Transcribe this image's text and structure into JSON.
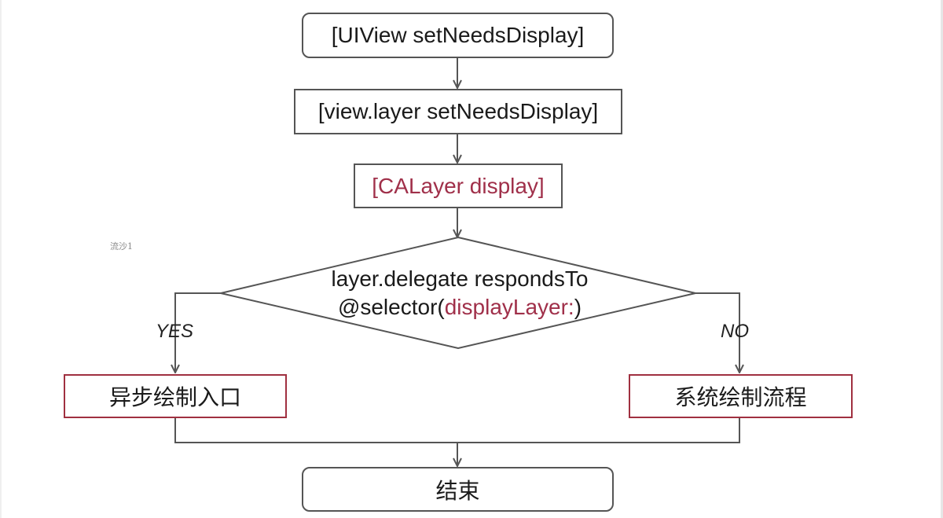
{
  "nodes": {
    "uiview": "[UIView setNeedsDisplay]",
    "layer": "[view.layer setNeedsDisplay]",
    "calayer": "[CALayer display]",
    "decision_line1": "layer.delegate respondsTo",
    "decision_line2_prefix": "@selector(",
    "decision_line2_accent": "displayLayer:",
    "decision_line2_suffix": ")",
    "async_entry": "异步绘制入口",
    "system_flow": "系统绘制流程",
    "end": "结束"
  },
  "branches": {
    "yes": "YES",
    "no": "NO"
  },
  "watermark": "流沙1",
  "colors": {
    "accent": "#a0304a",
    "box_red": "#a03040",
    "line": "#555555"
  }
}
